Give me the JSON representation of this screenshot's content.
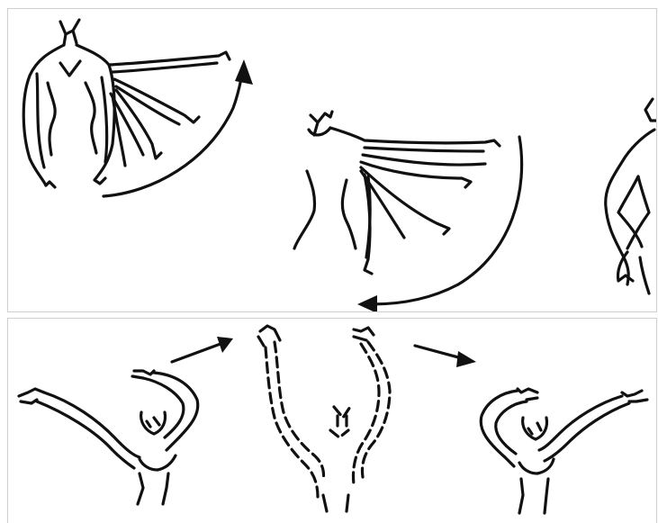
{
  "figure": {
    "panels": [
      {
        "id": "top",
        "content": "arm-sweep-sequence",
        "figures": [
          "figure-front-arm-sweep",
          "figure-half-turn-arm-sweep",
          "figure-side-partial"
        ],
        "motion_arrows": [
          "curved-arrow-upward",
          "curved-arrow-downward"
        ]
      },
      {
        "id": "bottom",
        "content": "arms-overhead-sequence",
        "figures": [
          "figure-left-arm-raised",
          "figure-both-arms-up-dashed",
          "figure-right-arm-raised"
        ],
        "motion_arrows": [
          "straight-arrow-right-up",
          "straight-arrow-right-down"
        ]
      }
    ]
  },
  "colors": {
    "ink": "#111111",
    "background": "#ffffff",
    "panel_border": "#cfcfcf"
  }
}
